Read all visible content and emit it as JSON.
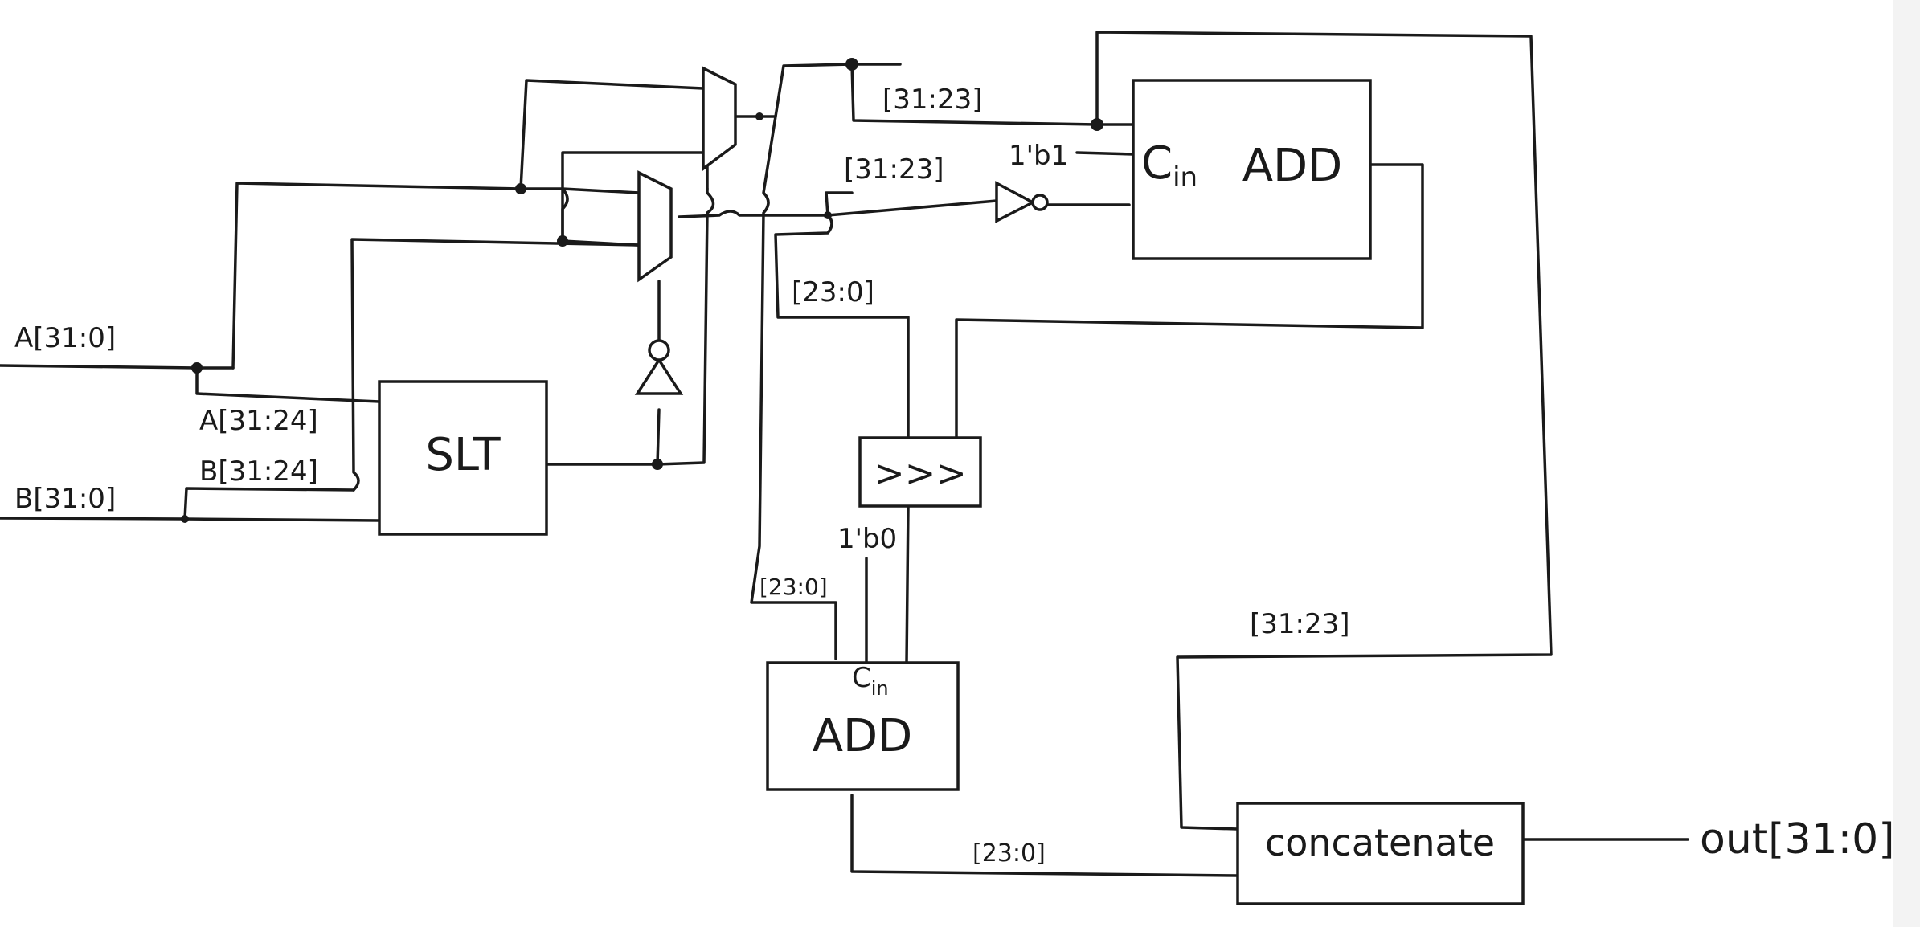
{
  "colors": {
    "ink": "#1a1a1a",
    "paper": "#ffffff"
  },
  "inputs": {
    "a": "A[31:0]",
    "b": "B[31:0]"
  },
  "output": "out[31:0]",
  "labels": {
    "a_slice": "A[31:24]",
    "b_slice": "B[31:24]",
    "exp_top": "[31:23]",
    "exp_mid": "[31:23]",
    "mant_top": "[23:0]",
    "mant_left": "[23:0]",
    "sum_mant": "[23:0]",
    "concat_exp": "[31:23]",
    "const_one": "1'b1",
    "const_zero": "1'b0"
  },
  "blocks": {
    "slt": "SLT",
    "add_top": "ADD",
    "add_bottom": "ADD",
    "shift": ">>>",
    "concat": "concatenate",
    "cin": "C",
    "cin_sub": "in"
  }
}
